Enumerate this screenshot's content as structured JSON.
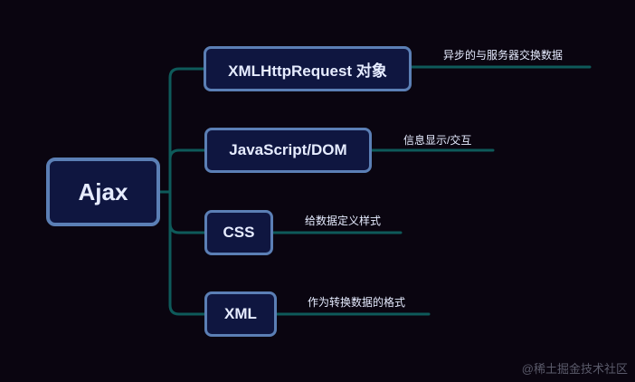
{
  "root": {
    "label": "Ajax"
  },
  "branches": [
    {
      "label": "XMLHttpRequest 对象",
      "note": "异步的与服务器交换数据"
    },
    {
      "label": "JavaScript/DOM",
      "note": "信息显示/交互"
    },
    {
      "label": "CSS",
      "note": "给数据定义样式"
    },
    {
      "label": "XML",
      "note": "作为转换数据的格式"
    }
  ],
  "watermark": "@稀土掘金技术社区",
  "colors": {
    "background": "#0a0510",
    "node_fill": "#0f1640",
    "node_border": "#5b7fb5",
    "connector": "#0e5a5a",
    "text": "#e6ecff"
  }
}
